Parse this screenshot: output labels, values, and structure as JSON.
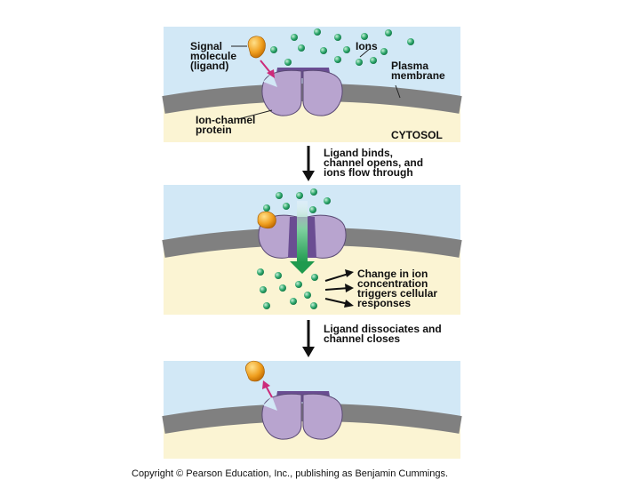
{
  "panel1": {
    "signal_label": [
      "Signal",
      "molecule",
      "(ligand)"
    ],
    "ions_label": "Ions",
    "membrane_label": [
      "Plasma",
      "membrane"
    ],
    "protein_label": [
      "Ion-channel",
      "protein"
    ],
    "cytosol_label": "CYTOSOL"
  },
  "step1": {
    "label": [
      "Ligand binds,",
      "channel opens, and",
      "ions flow through"
    ]
  },
  "panel2": {
    "response_label": [
      "Change in ion",
      "concentration",
      "triggers cellular",
      "responses"
    ]
  },
  "step2": {
    "label": [
      "Ligand dissociates and",
      "channel closes"
    ]
  },
  "copyright": "Copyright © Pearson Education, Inc., publishing as Benjamin Cummings.",
  "colors": {
    "extracellular": "#d2e8f6",
    "cytosol": "#fbf4d3",
    "membrane": "#808080",
    "protein": "#b8a4cf",
    "protein_dark": "#6a4d92",
    "ion": "#2aa56a",
    "ligand": "#f0a020",
    "arrow_pink": "#cc2a7a"
  }
}
